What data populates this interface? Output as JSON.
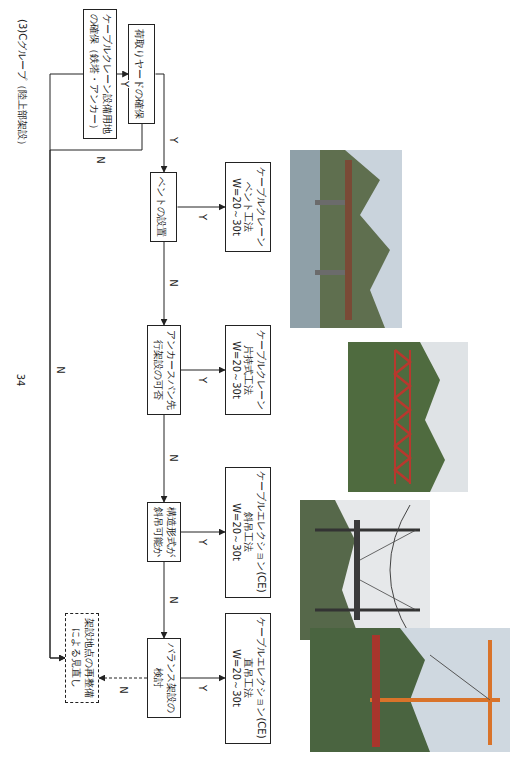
{
  "diagram": {
    "title": "(3)Cグループ（陸上部架設）",
    "nodes": [
      {
        "text": [
          "ケーブルクレーン設備用地 の確保（鉄塔・アンカー）"
        ]
      },
      {
        "text": [
          "荷取りヤードの確保"
        ]
      },
      {
        "text": [
          "ベントの設置"
        ]
      },
      {
        "text": [
          "アンカースパン先 行架設の可否"
        ]
      },
      {
        "text": [
          "構造形式が 斜吊可能か"
        ]
      },
      {
        "text": [
          "バランス架設の 検討"
        ]
      },
      {
        "text": [
          "架設地点の再整備 による見直し"
        ]
      },
      {
        "text": [
          "ケーブルクレーン ベント工法 W=20～30t"
        ]
      },
      {
        "text": [
          "ケーブルクレーン 片持式工法 W=20～30t"
        ]
      },
      {
        "text": [
          "ケーブルエレクション(CE) 斜吊工法 W=20～30t"
        ]
      },
      {
        "text": [
          "ケーブルエレクション(CE) 直吊工法 W=20～30t"
        ]
      }
    ],
    "edges": [
      {
        "from": 0,
        "to": 1,
        "arrow": "to",
        "label": "Y"
      },
      {
        "from": 0,
        "to": 6,
        "arrow": "to",
        "label": "N"
      },
      {
        "from": 1,
        "to": 2,
        "arrow": "to",
        "label": "Y"
      },
      {
        "from": 1,
        "to": 6,
        "arrow": "to",
        "label": "N"
      },
      {
        "from": 2,
        "to": 7,
        "arrow": "to",
        "label": "Y"
      },
      {
        "from": 2,
        "to": 3,
        "arrow": "to",
        "label": "N"
      },
      {
        "from": 3,
        "to": 8,
        "arrow": "to",
        "label": "Y"
      },
      {
        "from": 3,
        "to": 4,
        "arrow": "to",
        "label": "N"
      },
      {
        "from": 4,
        "to": 9,
        "arrow": "to",
        "label": "Y"
      },
      {
        "from": 4,
        "to": 5,
        "arrow": "to",
        "label": "N"
      },
      {
        "from": 5,
        "to": 10,
        "arrow": "to",
        "label": "Y"
      },
      {
        "from": 5,
        "to": 6,
        "arrow": "to",
        "label": "N"
      }
    ],
    "labels": [
      "34"
    ]
  }
}
